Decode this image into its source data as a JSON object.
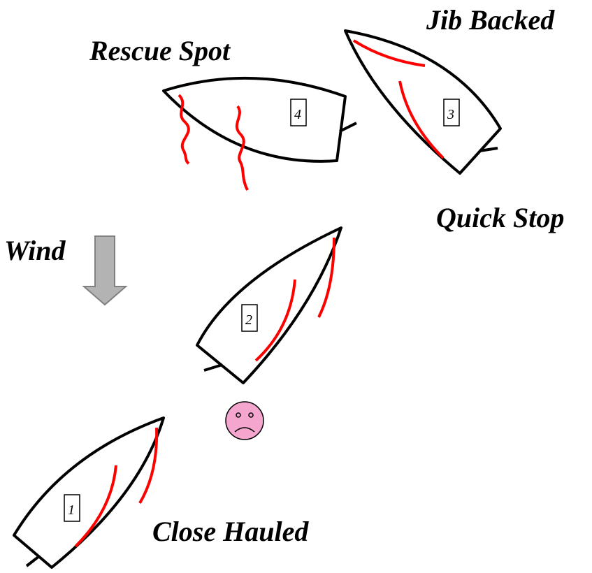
{
  "labels": {
    "jib_backed": "Jib Backed",
    "rescue_spot": "Rescue Spot",
    "quick_stop": "Quick Stop",
    "wind": "Wind",
    "close_hauled": "Close Hauled"
  },
  "boats": [
    {
      "number": "1"
    },
    {
      "number": "2"
    },
    {
      "number": "3"
    },
    {
      "number": "4"
    }
  ],
  "icons": {
    "wind_arrow": "down-arrow-icon",
    "person_overboard": "sad-face-icon"
  },
  "colors": {
    "hull": "#000000",
    "sail": "#ff0000",
    "wind_arrow": "#b3b3b3",
    "face": "#f4a6cf"
  }
}
